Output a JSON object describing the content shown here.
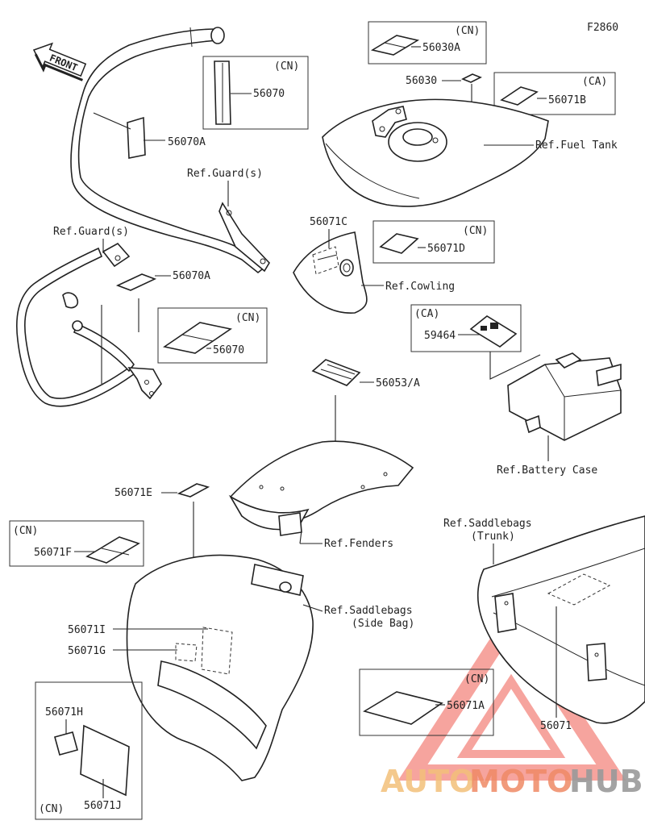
{
  "figure_code": "F2860",
  "front_label": "FRONT",
  "labels": {
    "l_56030a": "56030A",
    "l_56030": "56030",
    "l_56070_top": "56070",
    "l_56070a_top": "56070A",
    "l_56071b": "56071B",
    "l_ref_fuel_tank": "Ref.Fuel Tank",
    "l_ref_guards_top": "Ref.Guard(s)",
    "l_ref_guards_left": "Ref.Guard(s)",
    "l_56071c": "56071C",
    "l_56071d": "56071D",
    "l_ref_cowling": "Ref.Cowling",
    "l_56070a_mid": "56070A",
    "l_56070_mid": "56070",
    "l_59464": "59464",
    "l_56053a": "56053/A",
    "l_ref_battery_case": "Ref.Battery Case",
    "l_56071e": "56071E",
    "l_ref_fenders": "Ref.Fenders",
    "l_56071f": "56071F",
    "l_ref_saddlebags_trunk_1": "Ref.Saddlebags",
    "l_ref_saddlebags_trunk_2": "(Trunk)",
    "l_ref_saddlebags_side_1": "Ref.Saddlebags",
    "l_ref_saddlebags_side_2": "(Side Bag)",
    "l_56071i": "56071I",
    "l_56071g": "56071G",
    "l_56071a": "56071A",
    "l_56071": "56071",
    "l_56071h": "56071H",
    "l_56071j": "56071J"
  },
  "region_tags": {
    "cn_56030a": "(CN)",
    "cn_56070_top": "(CN)",
    "ca_56071b": "(CA)",
    "cn_56071d": "(CN)",
    "cn_56070_mid": "(CN)",
    "ca_59464": "(CA)",
    "cn_56071f": "(CN)",
    "cn_56071a": "(CN)",
    "cn_56071hj": "(CN)"
  },
  "watermark": {
    "auto": "AUTO",
    "moto": "MOTO",
    "hub": "HUB",
    "colors": {
      "auto": "#f3c07a",
      "moto": "#ef8a66",
      "hub": "#9a9a9a",
      "triangle": "#f05a50"
    }
  }
}
